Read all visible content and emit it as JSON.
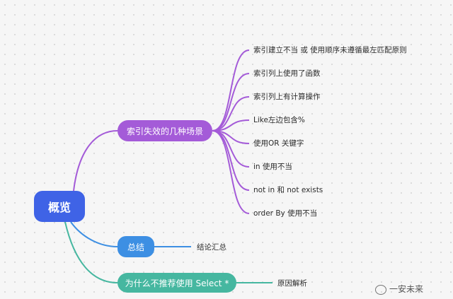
{
  "mindmap": {
    "root": {
      "label": "概览"
    },
    "branches": [
      {
        "label": "索引失效的几种场景",
        "color": "#a45bd8",
        "leaves": [
          "索引建立不当 或 使用顺序未遵循最左匹配原则",
          "索引列上使用了函数",
          "索引列上有计算操作",
          "Like左边包含%",
          "使用OR 关键字",
          "in 使用不当",
          "not in 和 not exists",
          "order By 使用不当"
        ]
      },
      {
        "label": "总结",
        "color": "#3d8fe3",
        "leaves": [
          "结论汇总"
        ]
      },
      {
        "label": "为什么不推荐使用 Select *",
        "color": "#46b7a0",
        "leaves": [
          "原因解析"
        ]
      }
    ]
  },
  "watermark": {
    "text": "一安未来"
  }
}
